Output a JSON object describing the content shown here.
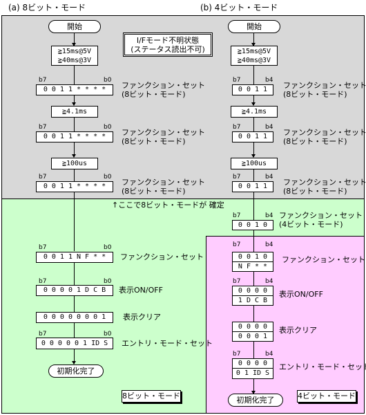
{
  "colors": {
    "gray_region": "#d8d8d8",
    "green_region": "#ccffcc",
    "pink_region": "#ffccff"
  },
  "titles": {
    "left": "(a) 8ビット・モード",
    "right": "(b) 4ビット・モード"
  },
  "if_note": {
    "line1": "I/Fモード不明状態",
    "line2": "(ステータス読出不可)"
  },
  "start_label": "開始",
  "wait_power": {
    "line1": "≧15ms@5V",
    "line2": "≧40ms@3V"
  },
  "wait_41": "≧4.1ms",
  "wait_100": "≧100us",
  "bit_labels": {
    "b7": "b7",
    "b0": "b0",
    "b4": "b4"
  },
  "codes": {
    "func_8bit": "0 0 1 1 * * * *",
    "func_4bit_pre": "0 0 1 1",
    "func_4bit_set": "0 0 1 0",
    "func_8bit_final": "0 0 1 1 N F * *",
    "nf_nibble": "N F * *",
    "display_8bit": "0 0 0 0 1 D C B",
    "display_hi": "0 0 0 0",
    "display_lo": "1 D C B",
    "clear_8bit": "0 0 0 0 0 0 0 1",
    "clear_hi": "0 0 0 0",
    "clear_lo": "0 0 0 1",
    "entry_8bit": "0 0 0 0 0 1 ID S",
    "entry_hi": "0 0 0 0",
    "entry_lo": "0 1 ID S"
  },
  "labels": {
    "function_set": "ファンクション・セット",
    "eight_bit_mode_paren": "(8ビット・モード)",
    "four_bit_mode_paren": "(4ビット・モード)",
    "display_onoff": "表示ON/OFF",
    "display_clear": "表示クリア",
    "entry_mode_set": "エントリ・モード・セット"
  },
  "confirm_note": "↑ここで8ビット・モードが 確定",
  "init_done": "初期化完了",
  "mode_tags": {
    "eight": "8ビット・モード",
    "four": "4ビット・モード"
  }
}
